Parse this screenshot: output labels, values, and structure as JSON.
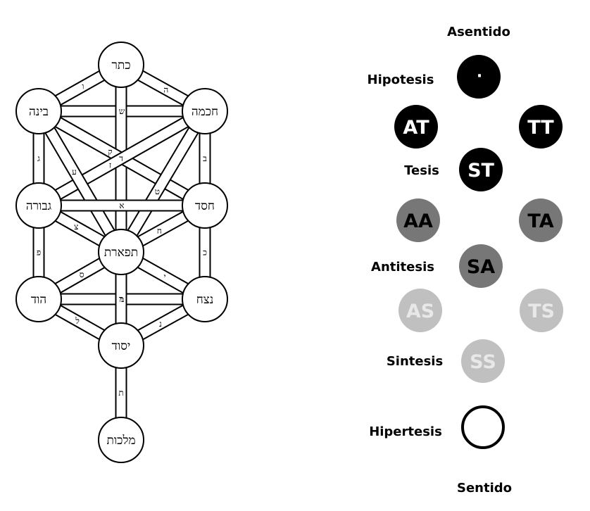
{
  "tree": {
    "sefirot": {
      "keter": "כתר",
      "binah": "בינה",
      "chokhmah": "חכמה",
      "gevurah": "גבורה",
      "chesed": "חסד",
      "tiferet": "תפארת",
      "hod": "הוד",
      "netzach": "נצח",
      "yesod": "יסוד",
      "malkhut": "מלכות"
    },
    "paths": {
      "keter_binah": "ו",
      "keter_chokhmah": "ה",
      "binah_chokhmah": "ש",
      "binah_gevurah": "ג",
      "chokhmah_chesed": "ב",
      "keter_tiferet": "ד",
      "binah_chesed": "ק",
      "chokhmah_gevurah": "ז",
      "binah_tiferet": "ע",
      "chokhmah_tiferet": "ט",
      "gevurah_chesed": "א",
      "gevurah_tiferet": "צ",
      "chesed_tiferet": "ח",
      "gevurah_hod": "פ",
      "chesed_netzach": "כ",
      "tiferet_hod": "ס",
      "tiferet_netzach": "י",
      "hod_netzach": "מ",
      "tiferet_yesod": "ר",
      "hod_yesod": "ל",
      "netzach_yesod": "נ",
      "yesod_malkhut": "ת"
    }
  },
  "labels": {
    "asentido": "Asentido",
    "hipotesis": "Hipotesis",
    "tesis": "Tesis",
    "antitesis": "Antitesis",
    "sintesis": "Sintesis",
    "hipertesis": "Hipertesis",
    "sentido": "Sentido"
  },
  "circles": {
    "hipotesis_dot": "·",
    "at": "AT",
    "tt": "TT",
    "st": "ST",
    "aa": "AA",
    "ta": "TA",
    "sa": "SA",
    "as": "AS",
    "ts": "TS",
    "ss": "SS"
  },
  "colors": {
    "black": "#000000",
    "dark_gray": "#777777",
    "light_gray": "#c0c0c0",
    "white": "#ffffff",
    "gray_text": "#e8e8e8"
  }
}
